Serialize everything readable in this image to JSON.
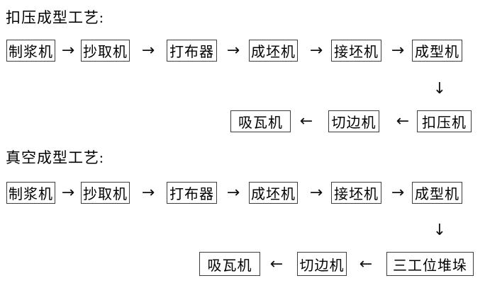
{
  "flows": [
    {
      "title": "扣压成型工艺:",
      "main_line": [
        "制浆机",
        "抄取机",
        "打布器",
        "成坯机",
        "接坯机",
        "成型机"
      ],
      "return_line": [
        "吸瓦机",
        "切边机",
        "扣压机"
      ]
    },
    {
      "title": "真空成型工艺:",
      "main_line": [
        "制浆机",
        "抄取机",
        "打布器",
        "成坯机",
        "接坯机",
        "成型机"
      ],
      "return_line": [
        "吸瓦机",
        "切边机",
        "三工位堆垛"
      ]
    }
  ],
  "icons": {
    "arrow_right": "→",
    "arrow_left": "←",
    "arrow_down": "↓"
  },
  "colors": {
    "background": "#ffffff",
    "text": "#000000",
    "box_border": "#3d3d3d"
  }
}
